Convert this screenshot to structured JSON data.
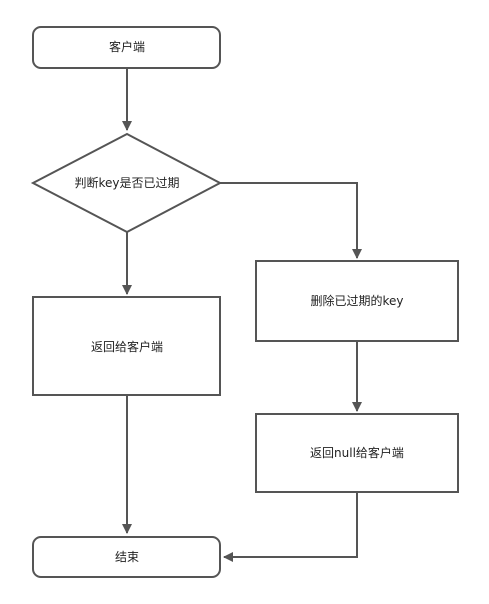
{
  "diagram": {
    "nodes": {
      "client": {
        "label": "客户端"
      },
      "check_expired": {
        "label": "判断key是否已过期"
      },
      "return_to_client": {
        "label": "返回给客户端"
      },
      "delete_expired": {
        "label": "删除已过期的key"
      },
      "return_null": {
        "label": "返回null给客户端"
      },
      "end": {
        "label": "结束"
      }
    }
  }
}
